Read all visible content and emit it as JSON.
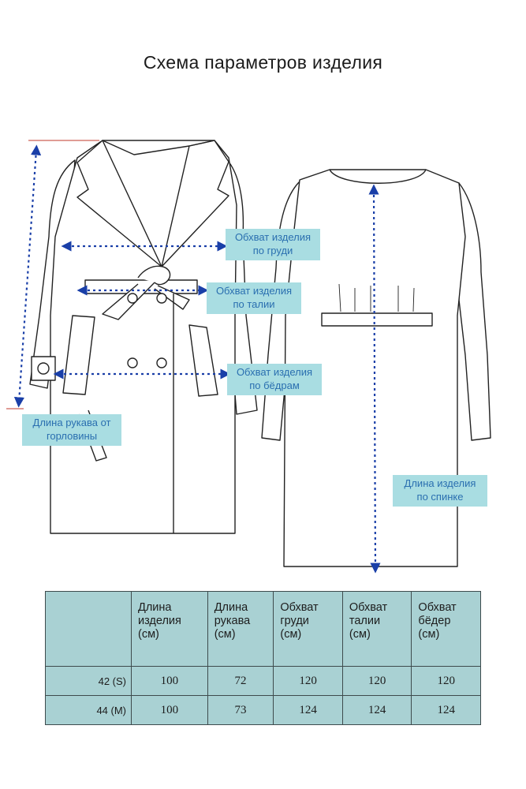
{
  "title": "Схема параметров изделия",
  "callouts": {
    "chest": "Обхват изделия\nпо груди",
    "waist": "Обхват изделия\nпо талии",
    "hips": "Обхват изделия\nпо бёдрам",
    "sleeve": "Длина рукава от\nгорловины",
    "back_length": "Длина изделия\nпо спинке"
  },
  "colors": {
    "arrow": "#1a3fa8",
    "callout_bg": "#a9dde2",
    "callout_text": "#2a6fb0",
    "table_bg": "#a9d1d3",
    "marker": "#c0392b"
  },
  "table": {
    "headers": [
      "",
      "Длина\nизделия\n(см)",
      "Длина\nрукава\n(см)",
      "Обхват\nгруди\n(см)",
      "Обхват\nталии\n(см)",
      "Обхват\nбёдер\n(см)"
    ],
    "rows": [
      {
        "size": "42 (S)",
        "values": [
          "100",
          "72",
          "120",
          "120",
          "120"
        ]
      },
      {
        "size": "44 (M)",
        "values": [
          "100",
          "73",
          "124",
          "124",
          "124"
        ]
      }
    ]
  }
}
